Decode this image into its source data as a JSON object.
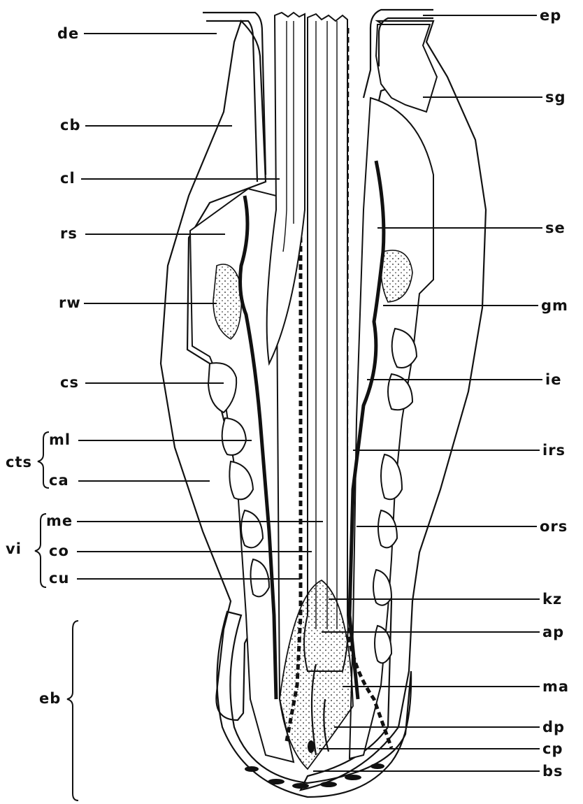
{
  "labels_left": {
    "de": "de",
    "cb": "cb",
    "cl": "cl",
    "rs": "rs",
    "rw": "rw",
    "cs": "cs",
    "ml": "ml",
    "ca": "ca",
    "cts": "cts",
    "me": "me",
    "co": "co",
    "cu": "cu",
    "vi": "vi",
    "eb": "eb"
  },
  "labels_right": {
    "ep": "ep",
    "sg": "sg",
    "se": "se",
    "gm": "gm",
    "ie": "ie",
    "irs": "irs",
    "ors": "ors",
    "kz": "kz",
    "ap": "ap",
    "ma": "ma",
    "dp": "dp",
    "cp": "cp",
    "bs": "bs"
  },
  "colors": {
    "ink": "#111111",
    "paper": "#ffffff"
  }
}
